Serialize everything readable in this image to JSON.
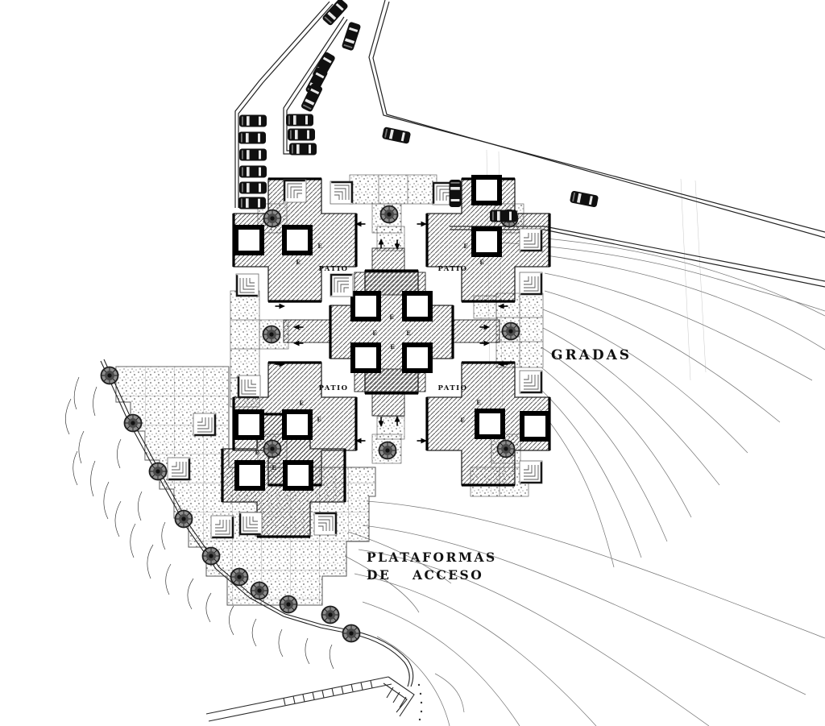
{
  "plan": {
    "labels": {
      "gradas": "GRADAS",
      "plataformas_line1": "PLATAFORMAS",
      "plataformas_de": "DE",
      "plataformas_acceso": "ACCESO",
      "patio": "PATIO",
      "entrance_letter": "E"
    },
    "colors": {
      "ink": "#1a1a1a",
      "paper": "#ffffff",
      "contour": "#6b6b6b",
      "hatch": "#3f3f3f"
    },
    "icons": {
      "car": "car-icon",
      "tree": "tree-icon",
      "stair_spiral": "stair-spiral-icon",
      "entrance_arrow": "entrance-arrow-icon",
      "room_square": "room-square-icon"
    }
  }
}
